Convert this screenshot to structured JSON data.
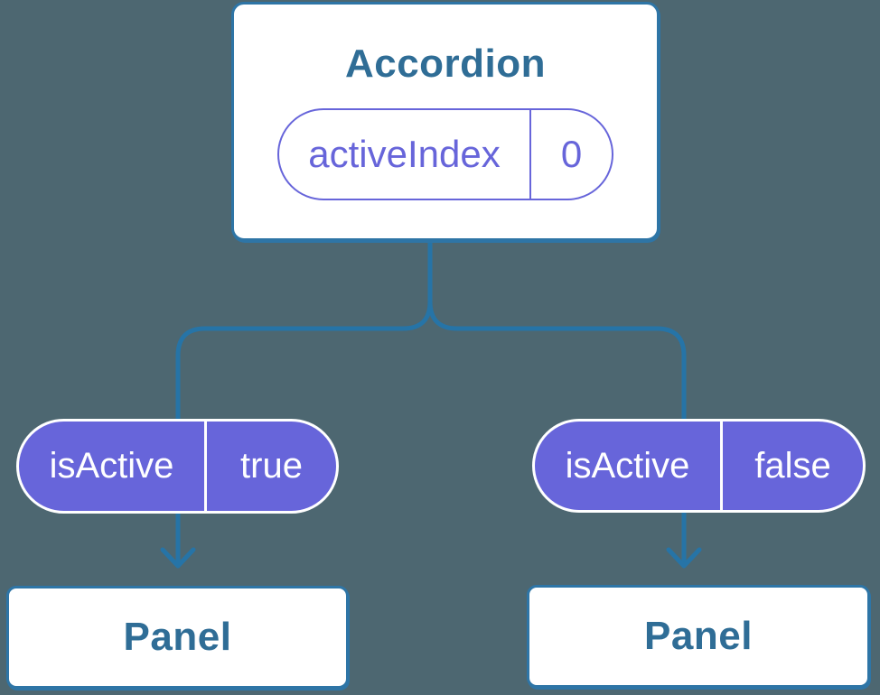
{
  "canvas": {
    "background_color": "#4d6771"
  },
  "colors": {
    "connector_line": "#2674a7",
    "box_border": "#2e75a6",
    "node_title_text": "#2f6d96",
    "pill_purple": "#6765da",
    "pill_text_on_purple": "#ffffff",
    "node_fill": "#ffffff"
  },
  "icons": {
    "arrow_down": "arrow-down-icon"
  },
  "accordion": {
    "title": "Accordion",
    "state": {
      "name": "activeIndex",
      "value": "0"
    }
  },
  "branches": [
    {
      "prop": {
        "name": "isActive",
        "value": "true"
      },
      "child": {
        "title": "Panel"
      }
    },
    {
      "prop": {
        "name": "isActive",
        "value": "false"
      },
      "child": {
        "title": "Panel"
      }
    }
  ]
}
